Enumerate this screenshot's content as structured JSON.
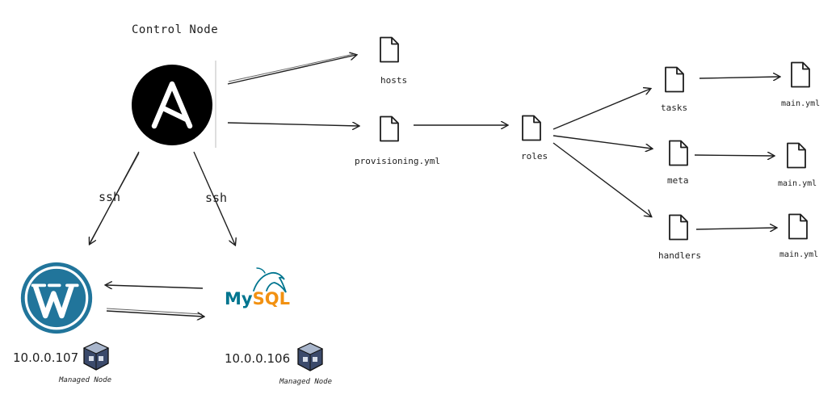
{
  "control": {
    "title": "Control Node",
    "logo_bg": "#000000"
  },
  "files": {
    "hosts": "hosts",
    "provisioning": "provisioning.yml",
    "roles": "roles",
    "tasks": "tasks",
    "meta": "meta",
    "handlers": "handlers",
    "tasks_main": "main.yml",
    "meta_main": "main.yml",
    "handlers_main": "main.yml"
  },
  "connections": {
    "ssh_left": "ssh",
    "ssh_right": "ssh"
  },
  "nodes": {
    "wordpress": {
      "ip": "10.0.0.107",
      "caption": "Managed Node",
      "color": "#21759b"
    },
    "mysql": {
      "ip": "10.0.0.106",
      "caption": "Managed Node",
      "logo_my": "My",
      "logo_sql": "SQL",
      "my_color": "#00758f",
      "sql_color": "#f29111"
    }
  },
  "icons": {
    "file": "file-icon",
    "ansible": "ansible-logo-icon",
    "wordpress": "wordpress-logo-icon",
    "mysql": "mysql-dolphin-icon",
    "virtualbox": "virtualbox-icon"
  }
}
